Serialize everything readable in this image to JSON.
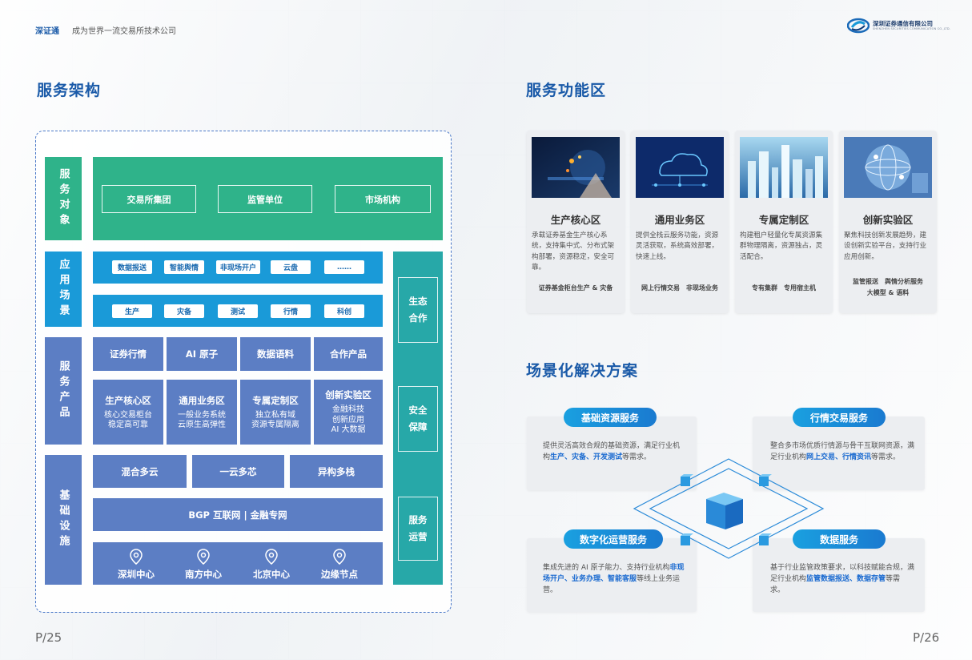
{
  "header": {
    "brand": "深证通",
    "slogan": "成为世界一流交易所技术公司",
    "logo_text": "深圳证券通信有限公司",
    "logo_sub": "SHENZHEN SECURITIES COMMUNICATION CO.,LTD."
  },
  "left": {
    "title": "服务架构",
    "layers": {
      "objects_label": "服务对象",
      "objects": [
        "交易所集团",
        "监管单位",
        "市场机构"
      ],
      "scenes_label": "应用场景",
      "scenes_row1": [
        "数据报送",
        "智能舆情",
        "非现场开户",
        "云盘",
        "……"
      ],
      "scenes_row2": [
        "生产",
        "灾备",
        "测试",
        "行情",
        "科创"
      ],
      "products_label": "服务产品",
      "products_row1": [
        "证券行情",
        "AI 原子",
        "数据语料",
        "合作产品"
      ],
      "products_row2": [
        {
          "title": "生产核心区",
          "l1": "核心交易柜台",
          "l2": "稳定高可靠",
          "l3": ""
        },
        {
          "title": "通用业务区",
          "l1": "一般业务系统",
          "l2": "云原生高弹性",
          "l3": ""
        },
        {
          "title": "专属定制区",
          "l1": "独立私有域",
          "l2": "资源专属隔离",
          "l3": ""
        },
        {
          "title": "创新实验区",
          "l1": "金融科技",
          "l2": "创新应用",
          "l3": "AI 大数据"
        }
      ],
      "infra_label": "基础设施",
      "infra_row1": [
        "混合多云",
        "一云多芯",
        "异构多栈"
      ],
      "infra_row2": "BGP 互联网 | 金融专网",
      "infra_row3": [
        "深圳中心",
        "南方中心",
        "北京中心",
        "边缘节点"
      ],
      "side": [
        {
          "l1": "生态",
          "l2": "合作"
        },
        {
          "l1": "安全",
          "l2": "保障"
        },
        {
          "l1": "服务",
          "l2": "运营"
        }
      ]
    },
    "page": "P/25"
  },
  "right": {
    "title1": "服务功能区",
    "cards": [
      {
        "name": "生产核心区",
        "desc": "承载证券基金生产核心系统，支持集中式、分布式架构部署，资源稳定，安全可靠。",
        "tag1": "证券基金柜台生产 & 灾备",
        "tag2": ""
      },
      {
        "name": "通用业务区",
        "desc": "提供全栈云服务功能，资源灵活获取，系统高效部署，快速上线。",
        "tag1": "网上行情交易　非现场业务",
        "tag2": ""
      },
      {
        "name": "专属定制区",
        "desc": "构建租户轻量化专属资源集群物理隔离，资源独占，灵活配合。",
        "tag1": "专有集群　专用宿主机",
        "tag2": ""
      },
      {
        "name": "创新实验区",
        "desc": "聚焦科技创新发展趋势，建设创新实验平台，支持行业应用创新。",
        "tag1": "监管报送　舆情分析服务",
        "tag2": "大模型 & 语料"
      }
    ],
    "title2": "场景化解决方案",
    "solutions": [
      {
        "label": "基础资源服务",
        "t1": "提供灵活高效合规的基础资源，满足行业机构",
        "h1": "生产、灾备、开发测试",
        "t2": "等需求。",
        "h2": "",
        "t3": ""
      },
      {
        "label": "行情交易服务",
        "t1": "整合多市场优质行情源与骨干互联网资源，满足行业机构",
        "h1": "网上交易、行情资讯",
        "t2": "等需求。",
        "h2": "",
        "t3": ""
      },
      {
        "label": "数字化运营服务",
        "t1": "集成先进的 AI 原子能力、支持行业机构",
        "h1": "非现场开户、业务办理、智能客服",
        "t2": "等线上业务运营。",
        "h2": "",
        "t3": ""
      },
      {
        "label": "数据服务",
        "t1": "基于行业监管政策要求，以科技赋能合规，满足行业机构",
        "h1": "监管数据报送、数据存管",
        "t2": "等需求。",
        "h2": "",
        "t3": ""
      }
    ],
    "page": "P/26"
  },
  "colors": {
    "title_blue": "#1a5aa8",
    "green": "#2fb38a",
    "blue": "#1a9ad8",
    "indigo": "#5c7ec4",
    "teal": "#27a8a8",
    "highlight": "#1a6ad0"
  }
}
